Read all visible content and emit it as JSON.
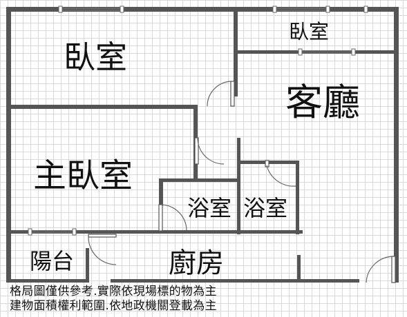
{
  "rooms": {
    "bedroom_top_left": "臥室",
    "bedroom_top_right": "臥室",
    "living_room": "客廳",
    "master_bedroom": "主臥室",
    "bathroom_left": "浴室",
    "bathroom_right": "浴室",
    "balcony": "陽台",
    "kitchen": "廚房"
  },
  "disclaimer": {
    "line1": "格局圖僅供參考.實際依現場標的物為主",
    "line2": "建物面積權利範圍.依地政機關登載為主"
  },
  "colors": {
    "wall": "#555555",
    "grid": "#d9d9d9",
    "text": "#111111"
  }
}
